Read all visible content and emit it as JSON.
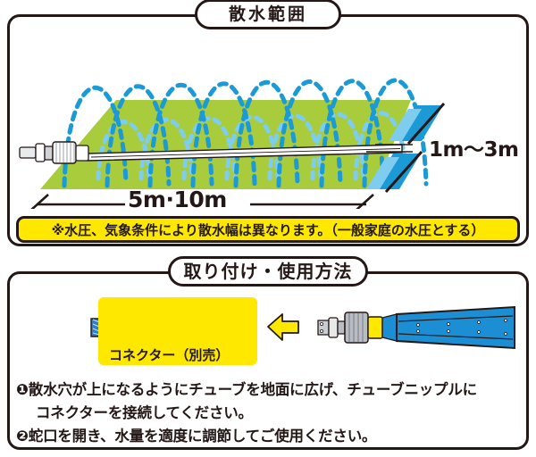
{
  "sections": {
    "range": {
      "title": "散水範囲",
      "labels": {
        "width_label": "1m～3m",
        "length_label": "5m·10m"
      },
      "caution": "※水圧、気象条件により散水幅は異なります。（一般家庭の水圧とする）"
    },
    "usage": {
      "title": "取り付け・使用方法",
      "connector_label": "コネクター（別売）",
      "instructions": [
        "❶散水穴が上になるようにチューブを地面に広げ、チューブニップルに",
        "コネクターを接続してください。",
        "❷蛇口を開き、水量を適度に調節してご使用ください。"
      ]
    }
  },
  "colors": {
    "outline": "#231815",
    "lawn_green": "#a8cc3c",
    "water_blue": "#1b9ad6",
    "water_blue_light": "#7fcdee",
    "caution_yellow": "#ffe800",
    "hose_blue": "#1c8fd4",
    "connector_blue": "#2b5fa8",
    "metal_gray": "#b9bcc2"
  }
}
